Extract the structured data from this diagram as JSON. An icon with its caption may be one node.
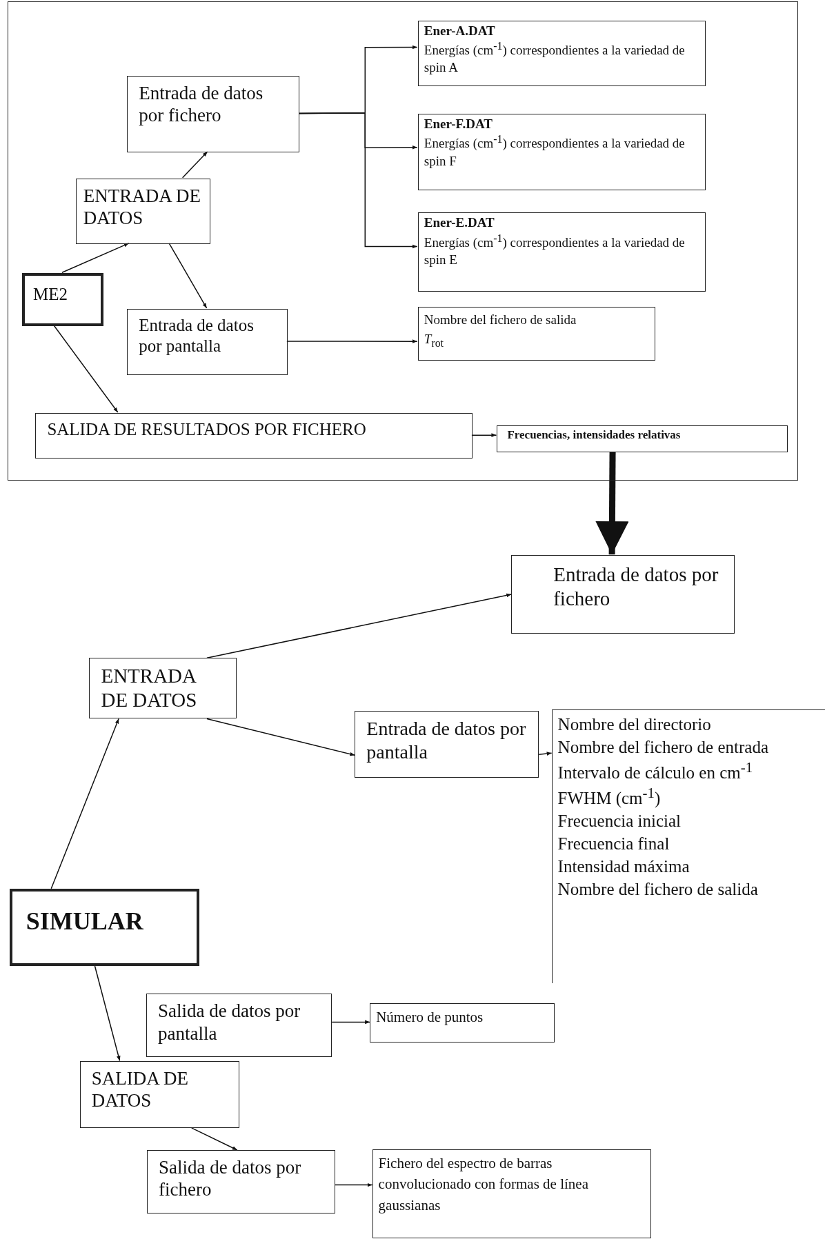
{
  "diagram": {
    "nodes": [
      {
        "text": [],
        "shape": "box"
      },
      {
        "text": [
          "Ener-A.DAT",
          "Energías (cm$^{-1}$) correspondientes a la variedad de spin A"
        ],
        "in": 0
      },
      {
        "text": [
          "Entrada de datos por fichero"
        ],
        "in": 0
      },
      {
        "text": [
          "Ener-F.DAT",
          "Energías (cm$^{-1}$) correspondientes a la variedad de spin F"
        ],
        "in": 0
      },
      {
        "text": [
          "ENTRADA DE DATOS"
        ],
        "in": 0
      },
      {
        "text": [
          "Ener-E.DAT",
          "Energías (cm$^{-1}$) correspondientes a la variedad de spin E"
        ],
        "in": 0
      },
      {
        "text": [
          "ME2"
        ],
        "in": 0
      },
      {
        "text": [
          "Entrada de datos por pantalla"
        ],
        "in": 0
      },
      {
        "text": [
          "Nombre del fichero de salida",
          "*T*$_{rot}$"
        ],
        "in": 0
      },
      {
        "text": [
          "SALIDA DE RESULTADOS POR FICHERO"
        ],
        "in": 0
      },
      {
        "text": [
          "Frecuencias, intensidades relativas"
        ],
        "in": 0
      },
      {
        "text": [
          "Entrada de datos por fichero"
        ]
      },
      {
        "text": [
          "ENTRADA DE DATOS"
        ]
      },
      {
        "text": [
          "Entrada de datos por pantalla"
        ]
      },
      {
        "text": [
          "Nombre del directorio",
          "Nombre del fichero de entrada",
          "Intervalo de cálculo en cm$^{-1}$",
          "FWHM (cm$^{-1}$)",
          "Frecuencia inicial",
          "Frecuencia final",
          "Intensidad máxima",
          "Nombre del fichero de salida"
        ]
      },
      {
        "text": [
          "SIMULAR"
        ]
      },
      {
        "text": [
          "Salida de datos por pantalla"
        ]
      },
      {
        "text": [
          "Número de puntos"
        ]
      },
      {
        "text": [
          "SALIDA DE DATOS"
        ]
      },
      {
        "text": [
          "Salida de datos por fichero"
        ]
      },
      {
        "text": [
          "Fichero del espectro de barras convolucionado con formas de línea gaussianas"
        ]
      }
    ],
    "edges": [
      {
        "from": 6,
        "to": 4,
        "arrow": "to"
      },
      {
        "from": 4,
        "to": 2,
        "arrow": "to"
      },
      {
        "from": 4,
        "to": 7,
        "arrow": "to"
      },
      {
        "from": 6,
        "to": 9,
        "arrow": "to"
      },
      {
        "from": 2,
        "to": 1,
        "arrow": "to"
      },
      {
        "from": 2,
        "to": 3,
        "arrow": "to"
      },
      {
        "from": 2,
        "to": 5,
        "arrow": "to"
      },
      {
        "from": 7,
        "to": 8,
        "arrow": "to"
      },
      {
        "from": 9,
        "to": 10,
        "arrow": "to"
      },
      {
        "from": 10,
        "to": 11,
        "arrow": "to",
        "style": "thick"
      },
      {
        "from": 12,
        "to": 11,
        "arrow": "to"
      },
      {
        "from": 12,
        "to": 13,
        "arrow": "to"
      },
      {
        "from": 13,
        "to": 14,
        "arrow": "to"
      },
      {
        "from": 15,
        "to": 12,
        "arrow": "to"
      },
      {
        "from": 15,
        "to": 18,
        "arrow": "to"
      },
      {
        "from": 16,
        "to": 17,
        "arrow": "to"
      },
      {
        "from": 18,
        "to": 19,
        "arrow": "to"
      },
      {
        "from": 19,
        "to": 20,
        "arrow": "to"
      }
    ]
  }
}
